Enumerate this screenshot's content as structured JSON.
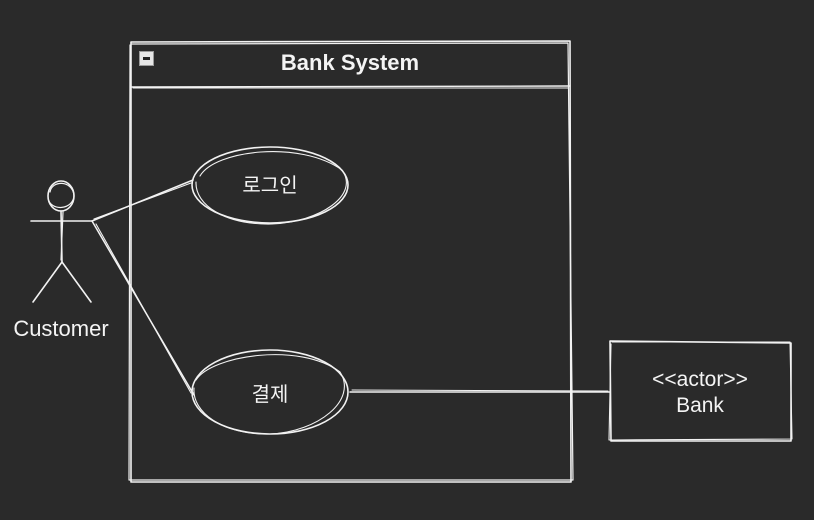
{
  "diagram": {
    "system_title": "Bank System",
    "use_cases": {
      "login": "로그인",
      "payment": "결제"
    },
    "actors": {
      "customer": "Customer",
      "bank_stereotype": "<<actor>>",
      "bank_name": "Bank"
    }
  },
  "colors": {
    "background": "#2a2a2a",
    "stroke": "#f2f2f2",
    "text": "#f4f4f4"
  },
  "icons": {
    "collapse": "minus-square-icon",
    "actor": "stick-figure-icon"
  }
}
